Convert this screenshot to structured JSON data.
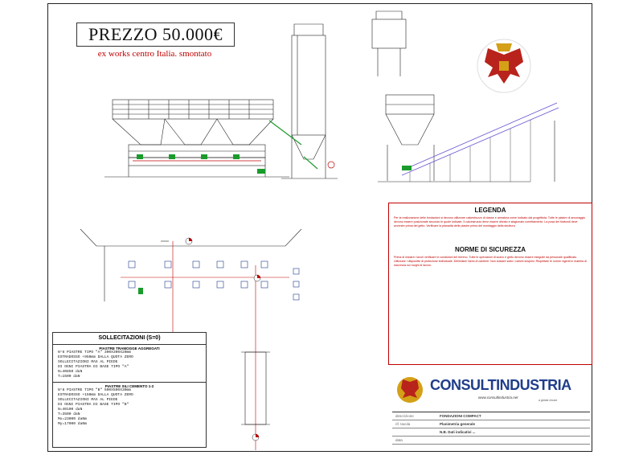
{
  "price_title": "PREZZO  50.000€",
  "subtitle": "ex works centro Italia. smontato",
  "legend": {
    "title": "LEGENDA",
    "text": "Per la realizzazione delle fondazioni si devono utilizzare calcestruzzo di classe e armatura come indicato dal progettista. Tutte le piastre di ancoraggio devono essere posizionate secondo le quote indicate. Il calcestruzzo deve essere vibrato e stagionato correttamente. La posa dei tirafondi deve avvenire prima del getto. Verificare la planarità delle piastre prima del montaggio della struttura."
  },
  "safety": {
    "title": "NORME DI SICUREZZA",
    "text": "Prima di iniziare i lavori verificare le condizioni del terreno. Tutte le operazioni di scavo e getto devono essere eseguite da personale qualificato. Utilizzare i dispositivi di protezione individuale. Delimitare l'area di cantiere. Non sostare sotto i carichi sospesi. Rispettare le norme vigenti in materia di sicurezza sui luoghi di lavoro."
  },
  "stress": {
    "title": "SOLLECITAZIONI (S=0)",
    "sub1": "PIASTRE TRAMOGGE AGGREGATI",
    "text1": "N°8 PIASTRE TIPO \"A\" 300X300X20mm\nESTRADOSSO +950mm DALLA QUOTA ZERO\nSOLLECITAZIONI MAX AL PIEDE\nDI OGNI PIASTRA DI BASE TIPO \"A\"\nN=40850 daN\nT=1500 daN",
    "sub2": "PIASTRE SILI CEMENTO 1-2",
    "text2": "N°8 PIASTRE TIPO \"B\" 500X500X30mm\nESTRADOSSO +150mm DALLA QUOTA ZERO\nSOLLECITAZIONI MAX AL PIEDE\nDI OGNI PIASTRA DI BASE TIPO \"B\"\nN=40100 daN\nT=3500 daN\nMx=23000 daNm\nMy=17000 daNm"
  },
  "brand": {
    "name": "CONSULTINDUSTRIA",
    "url": "www.consultindustria.net",
    "tag": "a global choice"
  },
  "titleblock": [
    {
      "label": "descrizione",
      "value": "FONDAZIONI COMPACT"
    },
    {
      "label": "rif. tavola",
      "value": "Planimetria generale"
    },
    {
      "label": "",
      "value": "N.B. Dati indicativi ..."
    },
    {
      "label": "data",
      "value": ""
    }
  ],
  "colors": {
    "red": "#c00000",
    "green": "#1a9b2c",
    "blue": "#1f3d8a",
    "violet": "#6a4fd0"
  }
}
